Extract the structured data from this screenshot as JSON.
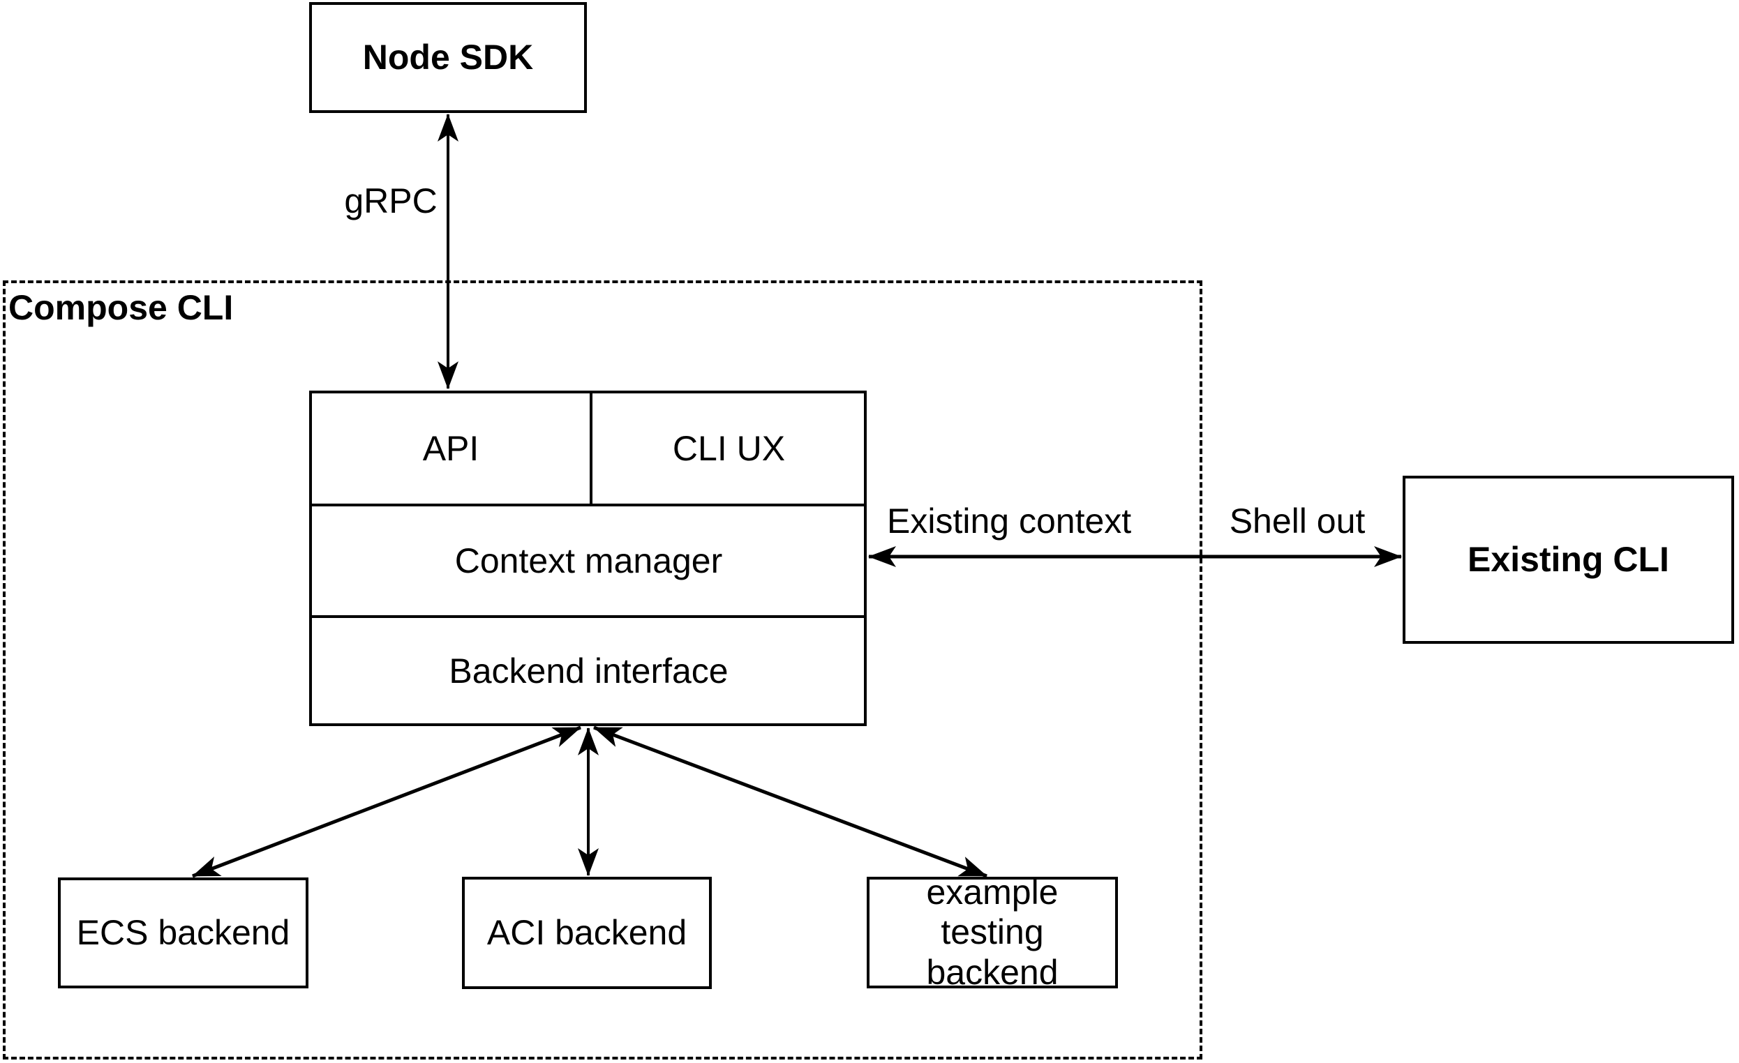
{
  "diagram": {
    "nodes": {
      "node_sdk": {
        "label": "Node SDK"
      },
      "compose_cli_container": {
        "label": "Compose CLI"
      },
      "api": {
        "label": "API"
      },
      "cli_ux": {
        "label": "CLI UX"
      },
      "context_manager": {
        "label": "Context manager"
      },
      "backend_interface": {
        "label": "Backend interface"
      },
      "existing_cli": {
        "label": "Existing CLI"
      },
      "ecs_backend": {
        "label": "ECS backend"
      },
      "aci_backend": {
        "label": "ACI backend"
      },
      "example_testing_backend": {
        "label": "example testing backend"
      }
    },
    "edges": {
      "grpc": {
        "label": "gRPC"
      },
      "existing_context": {
        "label": "Existing context"
      },
      "shell_out": {
        "label": "Shell out"
      }
    },
    "colors": {
      "stroke": "#000000",
      "background": "#ffffff"
    }
  }
}
